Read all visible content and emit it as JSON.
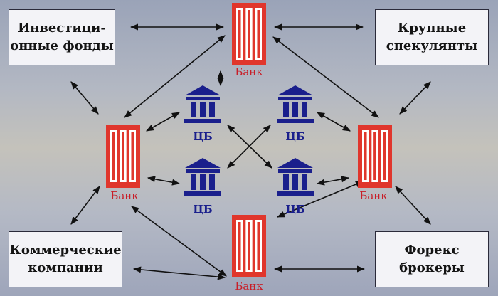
{
  "boxes": {
    "investment_funds": "Инвестици-\nонные фонды",
    "large_speculators": "Крупные\nспекулянты",
    "commercial_companies": "Коммерческие\nкомпании",
    "forex_brokers": "Форекс\nброкеры"
  },
  "labels": {
    "bank": "Банк",
    "central_bank": "ЦБ"
  },
  "colors": {
    "bank_red": "#e0362c",
    "cb_blue": "#1a1f8c",
    "arrow": "#111111"
  },
  "icons": {
    "bank": "bank-building-icon",
    "central_bank": "cb-temple-icon"
  }
}
